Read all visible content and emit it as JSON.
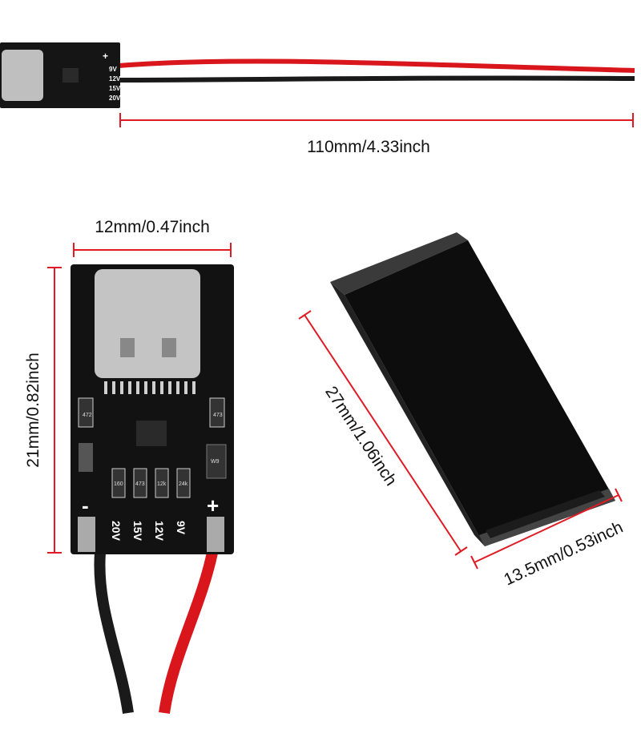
{
  "dimensions": {
    "cable_length": "110mm/4.33inch",
    "board_width": "12mm/0.47inch",
    "board_height": "21mm/0.82inch",
    "case_length": "27mm/1.06inch",
    "case_width": "13.5mm/0.53inch"
  },
  "board_markings": {
    "plus": "+",
    "minus": "-",
    "v9": "9V",
    "v12": "12V",
    "v15": "15V",
    "v20": "20V",
    "r1": "472",
    "r2": "473",
    "r3": "160",
    "r4": "473",
    "r5": "12k",
    "r6": "24k",
    "diode": "W9"
  },
  "colors": {
    "dimension_line": "#e01b24",
    "pcb": "#111111",
    "wire_red": "#d8161c",
    "wire_black": "#1a1a1a"
  }
}
